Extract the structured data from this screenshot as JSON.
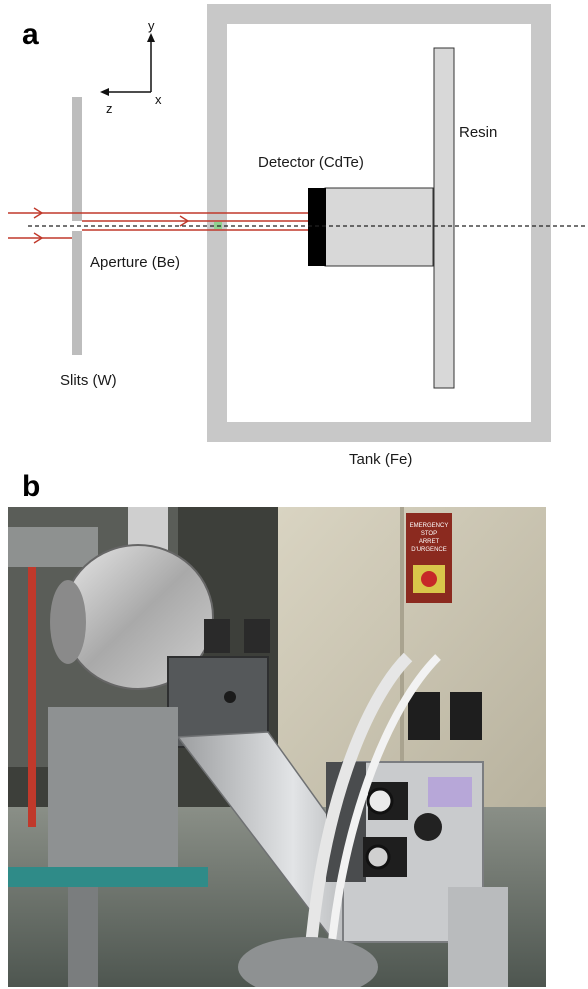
{
  "panel_a": {
    "letter": "a",
    "axes": {
      "y": "y",
      "z": "z",
      "x": "x"
    },
    "labels": {
      "detector": "Detector (CdTe)",
      "resin": "Resin",
      "aperture": "Aperture (Be)",
      "slits": "Slits (W)",
      "tank": "Tank (Fe)"
    }
  },
  "panel_b": {
    "letter": "b",
    "sign_text": [
      "EMERGENCY",
      "STOP",
      "ARRET",
      "D'URGENCE"
    ]
  },
  "colors": {
    "tank": "#c8c8c8",
    "slits": "#bdbdbd",
    "beam": "#c0392b",
    "detector_body": "#d8d8d8",
    "detector_face": "#000000",
    "sign_red": "#c62828"
  }
}
